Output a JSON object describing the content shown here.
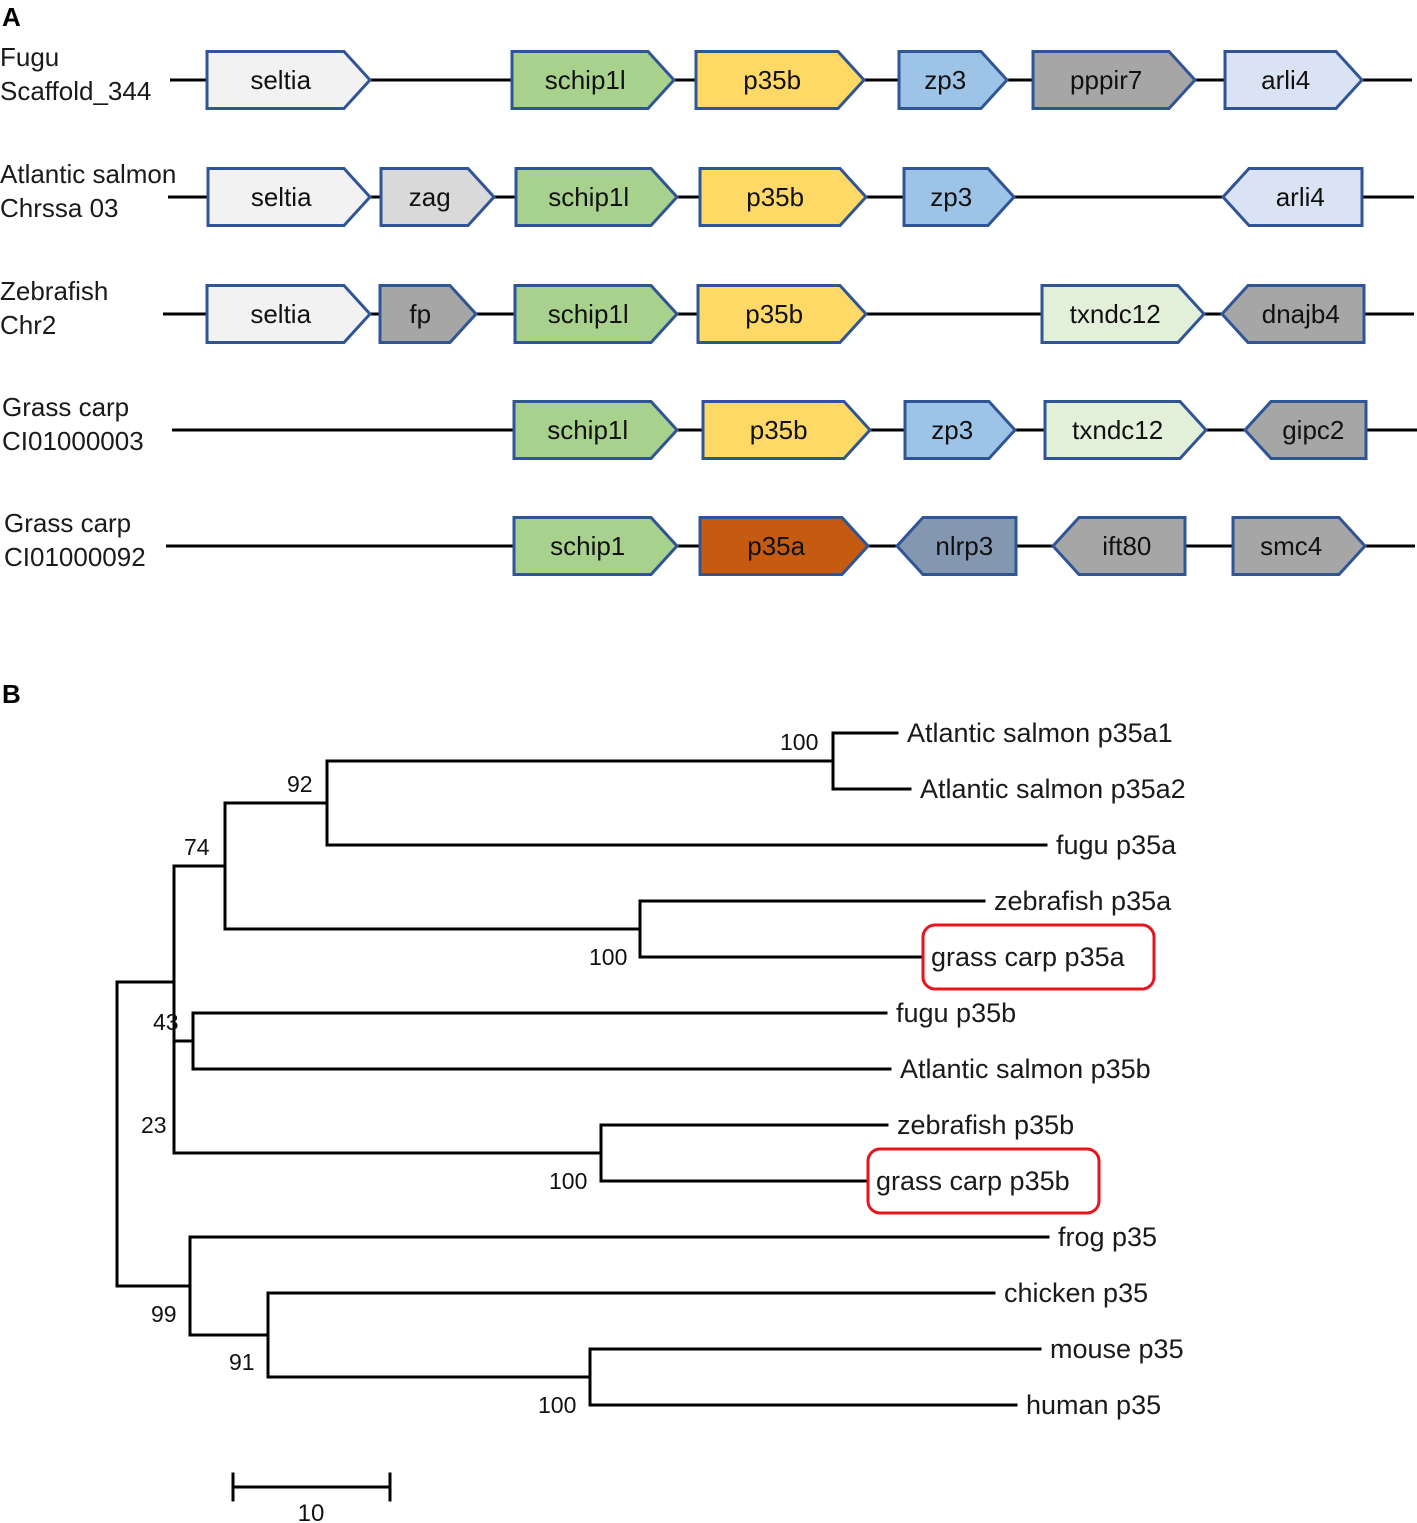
{
  "panels": {
    "a": "A",
    "b": "B"
  },
  "palette": {
    "outline": "#2f5597",
    "seltia": "#f2f2f2",
    "zag": "#d9d9d9",
    "schip": "#a9d18e",
    "p35b": "#ffd966",
    "p35a": "#c55a11",
    "zp3": "#9dc3e6",
    "pppir7": "#a6a6a6",
    "arli4": "#dae3f3",
    "txndc12": "#e2f0d9",
    "darkgray": "#a6a6a6",
    "nlrp3": "#8497b0",
    "ift80": "#a6a6a6",
    "highlight": "#e8141b"
  },
  "synteny": [
    {
      "species": "Fugu",
      "locus": "Scaffold_344",
      "genes": [
        {
          "name": "seltia",
          "dir": "right",
          "color": "seltia"
        },
        {
          "name": "schip1l",
          "dir": "right",
          "color": "schip"
        },
        {
          "name": "p35b",
          "dir": "right",
          "color": "p35b"
        },
        {
          "name": "zp3",
          "dir": "right",
          "color": "zp3"
        },
        {
          "name": "pppir7",
          "dir": "right",
          "color": "pppir7"
        },
        {
          "name": "arli4",
          "dir": "right",
          "color": "arli4"
        }
      ]
    },
    {
      "species": "Atlantic salmon",
      "locus": "Chrssa 03",
      "genes": [
        {
          "name": "seltia",
          "dir": "right",
          "color": "seltia"
        },
        {
          "name": "zag",
          "dir": "right",
          "color": "zag"
        },
        {
          "name": "schip1l",
          "dir": "right",
          "color": "schip"
        },
        {
          "name": "p35b",
          "dir": "right",
          "color": "p35b"
        },
        {
          "name": "zp3",
          "dir": "right",
          "color": "zp3"
        },
        {
          "name": "arli4",
          "dir": "left",
          "color": "arli4"
        }
      ]
    },
    {
      "species": "Zebrafish",
      "locus": "Chr2",
      "genes": [
        {
          "name": "seltia",
          "dir": "right",
          "color": "seltia"
        },
        {
          "name": "fp",
          "dir": "right",
          "color": "darkgray"
        },
        {
          "name": "schip1l",
          "dir": "right",
          "color": "schip"
        },
        {
          "name": "p35b",
          "dir": "right",
          "color": "p35b"
        },
        {
          "name": "txndc12",
          "dir": "right",
          "color": "txndc12"
        },
        {
          "name": "dnajb4",
          "dir": "left",
          "color": "darkgray"
        }
      ]
    },
    {
      "species": "Grass carp",
      "locus": "CI01000003",
      "genes": [
        {
          "name": "schip1l",
          "dir": "right",
          "color": "schip"
        },
        {
          "name": "p35b",
          "dir": "right",
          "color": "p35b"
        },
        {
          "name": "zp3",
          "dir": "right",
          "color": "zp3"
        },
        {
          "name": "txndc12",
          "dir": "right",
          "color": "txndc12"
        },
        {
          "name": "gipc2",
          "dir": "left",
          "color": "darkgray"
        }
      ]
    },
    {
      "species": "Grass carp",
      "locus": "CI01000092",
      "genes": [
        {
          "name": "schip1",
          "dir": "right",
          "color": "schip"
        },
        {
          "name": "p35a",
          "dir": "right",
          "color": "p35a"
        },
        {
          "name": "nlrp3",
          "dir": "left",
          "color": "nlrp3"
        },
        {
          "name": "ift80",
          "dir": "left",
          "color": "ift80"
        },
        {
          "name": "smc4",
          "dir": "right",
          "color": "darkgray"
        }
      ]
    }
  ],
  "tree": {
    "leaves": [
      {
        "label": "Atlantic salmon p35a1",
        "highlight": false
      },
      {
        "label": "Atlantic salmon p35a2",
        "highlight": false
      },
      {
        "label": "fugu p35a",
        "highlight": false
      },
      {
        "label": "zebrafish p35a",
        "highlight": false
      },
      {
        "label": "grass carp p35a",
        "highlight": true
      },
      {
        "label": "fugu p35b",
        "highlight": false
      },
      {
        "label": "Atlantic salmon p35b",
        "highlight": false
      },
      {
        "label": "zebrafish p35b",
        "highlight": false
      },
      {
        "label": "grass carp p35b",
        "highlight": true
      },
      {
        "label": "frog p35",
        "highlight": false
      },
      {
        "label": "chicken p35",
        "highlight": false
      },
      {
        "label": "mouse p35",
        "highlight": false
      },
      {
        "label": "human p35",
        "highlight": false
      }
    ],
    "bootstrap": [
      "100",
      "92",
      "74",
      "100",
      "43",
      "23",
      "100",
      "99",
      "91",
      "100"
    ],
    "scale_bar": "10"
  }
}
